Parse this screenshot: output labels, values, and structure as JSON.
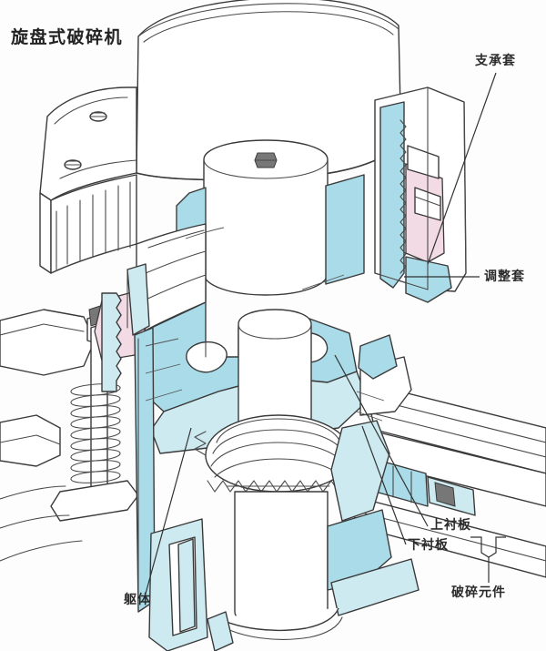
{
  "figure": {
    "title": "旋盘式破碎机",
    "background_color": "#fdfdfd",
    "line_color": "#3a3a3a",
    "section_fill_cyan": "#a9dbe8",
    "section_fill_cyan_light": "#cdeaf1",
    "section_fill_pink": "#f3dbe5",
    "metal_gray": "#6d6d6d"
  },
  "labels": {
    "support_sleeve": "支承套",
    "adjustment_sleeve": "调整套",
    "upper_liner": "上衬板",
    "lower_liner": "下衬板",
    "crushing_element": "破碎元件",
    "body": "躯体"
  }
}
